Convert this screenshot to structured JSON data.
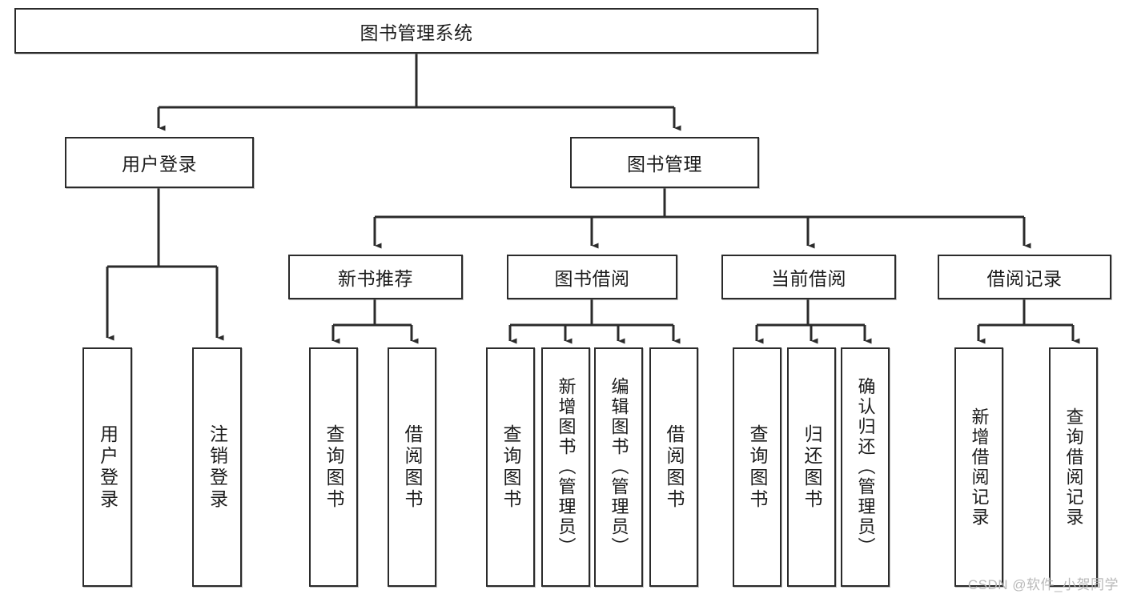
{
  "diagram": {
    "type": "tree-hierarchy",
    "title": "图书管理系统",
    "root": {
      "id": "root",
      "label": "图书管理系统",
      "orientation": "horizontal"
    },
    "level2": [
      {
        "id": "user-login",
        "label": "用户登录",
        "orientation": "horizontal"
      },
      {
        "id": "book-manage",
        "label": "图书管理",
        "orientation": "horizontal"
      }
    ],
    "level3": [
      {
        "id": "new-book-rec",
        "label": "新书推荐",
        "orientation": "horizontal",
        "parent": "book-manage"
      },
      {
        "id": "book-borrow",
        "label": "图书借阅",
        "orientation": "horizontal",
        "parent": "book-manage"
      },
      {
        "id": "current-borrow",
        "label": "当前借阅",
        "orientation": "horizontal",
        "parent": "book-manage"
      },
      {
        "id": "borrow-record",
        "label": "借阅记录",
        "orientation": "horizontal",
        "parent": "book-manage"
      }
    ],
    "leaves": [
      {
        "id": "leaf-user-login",
        "label": "用户登录",
        "orientation": "vertical",
        "parent": "user-login"
      },
      {
        "id": "leaf-logout",
        "label": "注销登录",
        "orientation": "vertical",
        "parent": "user-login"
      },
      {
        "id": "leaf-query-book-1",
        "label": "查询图书",
        "orientation": "vertical",
        "parent": "new-book-rec"
      },
      {
        "id": "leaf-borrow-book-1",
        "label": "借阅图书",
        "orientation": "vertical",
        "parent": "new-book-rec"
      },
      {
        "id": "leaf-query-book-2",
        "label": "查询图书",
        "orientation": "vertical",
        "parent": "book-borrow"
      },
      {
        "id": "leaf-add-book",
        "label": "新增图书（管理员）",
        "orientation": "vertical",
        "parent": "book-borrow"
      },
      {
        "id": "leaf-edit-book",
        "label": "编辑图书（管理员）",
        "orientation": "vertical",
        "parent": "book-borrow"
      },
      {
        "id": "leaf-borrow-book-2",
        "label": "借阅图书",
        "orientation": "vertical",
        "parent": "book-borrow"
      },
      {
        "id": "leaf-query-book-3",
        "label": "查询图书",
        "orientation": "vertical",
        "parent": "current-borrow"
      },
      {
        "id": "leaf-return-book",
        "label": "归还图书",
        "orientation": "vertical",
        "parent": "current-borrow"
      },
      {
        "id": "leaf-confirm-return",
        "label": "确认归还（管理员）",
        "orientation": "vertical",
        "parent": "current-borrow"
      },
      {
        "id": "leaf-add-record",
        "label": "新增借阅记录",
        "orientation": "vertical",
        "parent": "borrow-record"
      },
      {
        "id": "leaf-query-record",
        "label": "查询借阅记录",
        "orientation": "vertical",
        "parent": "borrow-record"
      }
    ],
    "colors": {
      "box_border": "#2b2b2b",
      "box_fill": "#ffffff",
      "text": "#1c1c1c",
      "connector": "#2b2b2b",
      "watermark": "#b9b9b9",
      "background": "#ffffff"
    }
  },
  "watermark": {
    "text": "CSDN @软件_小贺同学"
  }
}
